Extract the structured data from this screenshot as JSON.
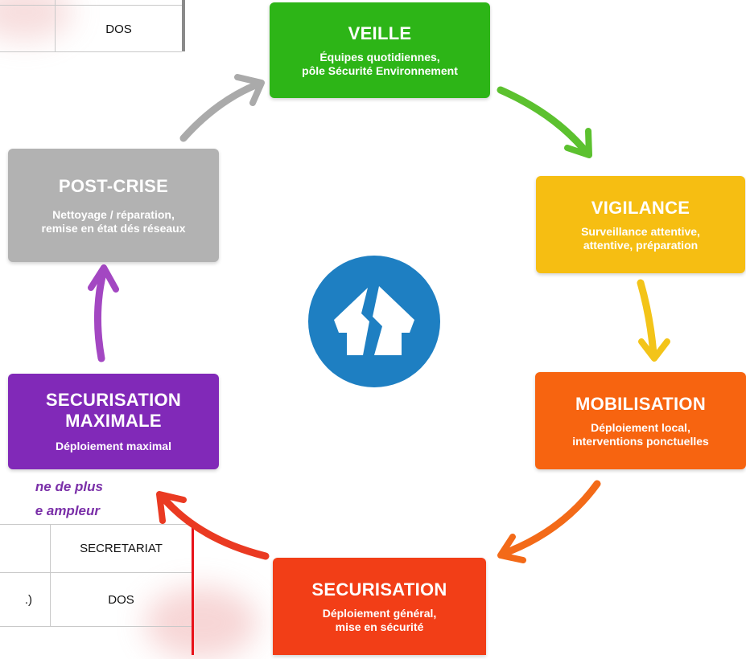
{
  "stages": {
    "veille": {
      "title": "VEILLE",
      "desc": "Équipes quotidiennes,\npôle Sécurité Environnement",
      "color": "#2db517"
    },
    "vigilance": {
      "title": "VIGILANCE",
      "desc": "Surveillance attentive,\nattentive, préparation",
      "color": "#f6be12"
    },
    "mobilisation": {
      "title": "MOBILISATION",
      "desc": "Déploiement local,\ninterventions ponctuelles",
      "color": "#f76410"
    },
    "securisation": {
      "title": "SECURISATION",
      "desc": "Déploiement général,\nmise en sécurité",
      "color": "#f23e17"
    },
    "securisation_maximale": {
      "title": "SECURISATION\nMAXIMALE",
      "desc": "Déploiement maximal",
      "color": "#8129b8"
    },
    "post_crise": {
      "title": "POST-CRISE",
      "desc": "Nettoyage / réparation,\nremise en état dés réseaux",
      "color": "#b2b2b2"
    }
  },
  "table_top": {
    "cell": "DOS"
  },
  "table_bottom": {
    "row1": "SECRETARIAT",
    "row2_left": ".)",
    "row2_right": "DOS"
  },
  "note": {
    "line1": "ne de plus",
    "line2": "e ampleur"
  },
  "center_icon": "broken-house-icon"
}
